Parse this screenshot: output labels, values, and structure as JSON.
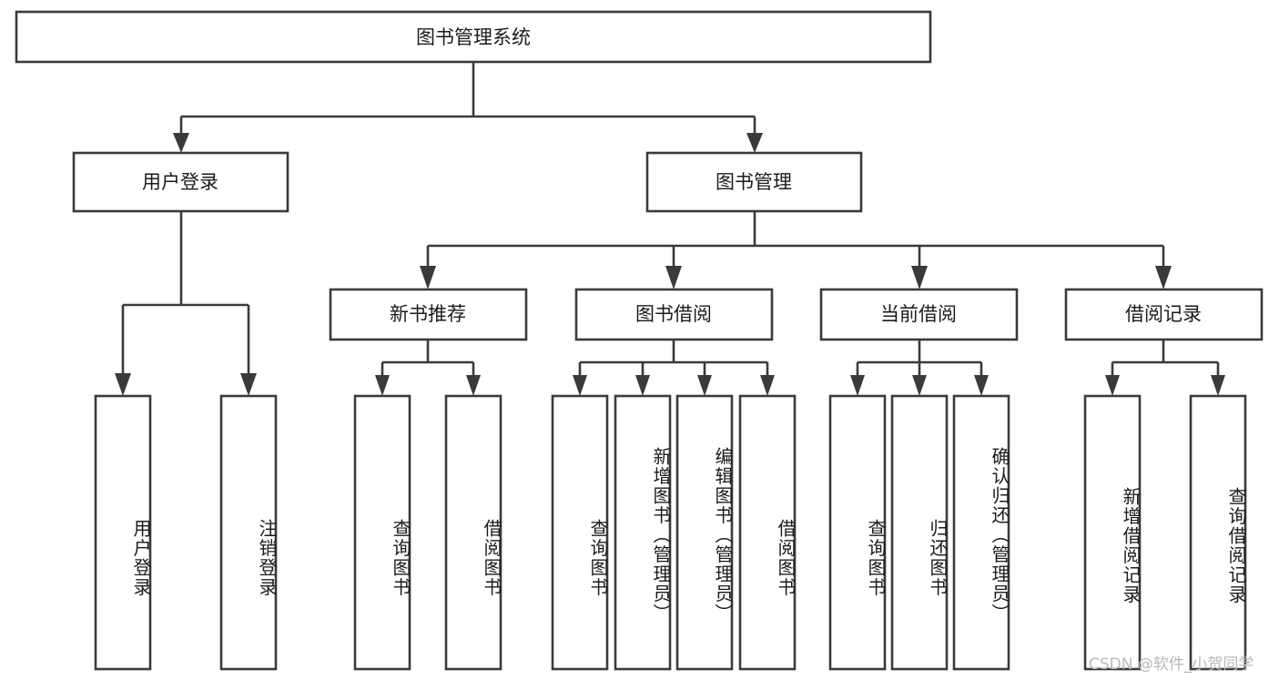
{
  "diagram": {
    "type": "tree",
    "title": "图书管理系统",
    "orientation": "top-down",
    "colors": {
      "box_stroke": "#3a3a3a",
      "box_fill": "#ffffff",
      "connector": "#3a3a3a",
      "text": "#1b1b1b",
      "background": "#ffffff",
      "watermark": "#b9b9b9"
    },
    "root": {
      "label": "图书管理系统"
    },
    "level1": [
      {
        "label": "用户登录"
      },
      {
        "label": "图书管理"
      }
    ],
    "level2": [
      {
        "label": "新书推荐"
      },
      {
        "label": "图书借阅"
      },
      {
        "label": "当前借阅"
      },
      {
        "label": "借阅记录"
      }
    ],
    "leaves": {
      "user_login": [
        {
          "label": "用户登录"
        },
        {
          "label": "注销登录"
        }
      ],
      "new_book_recommend": [
        {
          "label": "查询图书"
        },
        {
          "label": "借阅图书"
        }
      ],
      "book_borrow": [
        {
          "label": "查询图书"
        },
        {
          "label": "新增图书（管理员）"
        },
        {
          "label": "编辑图书（管理员）"
        },
        {
          "label": "借阅图书"
        }
      ],
      "current_borrow": [
        {
          "label": "查询图书"
        },
        {
          "label": "归还图书"
        },
        {
          "label": "确认归还（管理员）"
        }
      ],
      "borrow_record": [
        {
          "label": "新增借阅记录"
        },
        {
          "label": "查询借阅记录"
        }
      ]
    }
  },
  "watermark": {
    "text": "CSDN @软件_小贺同学"
  }
}
